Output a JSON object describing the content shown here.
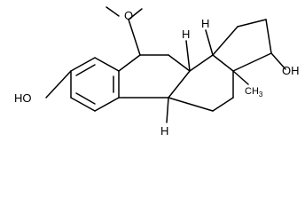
{
  "molecule": {
    "atom_labels": {
      "methoxy_o": "O",
      "phenol_oh": "HO",
      "ring_d_oh": "OH",
      "h_c9": "H",
      "h_c14": "H",
      "h_c8": "H",
      "methyl": "CH",
      "methyl_sub": "3"
    }
  }
}
